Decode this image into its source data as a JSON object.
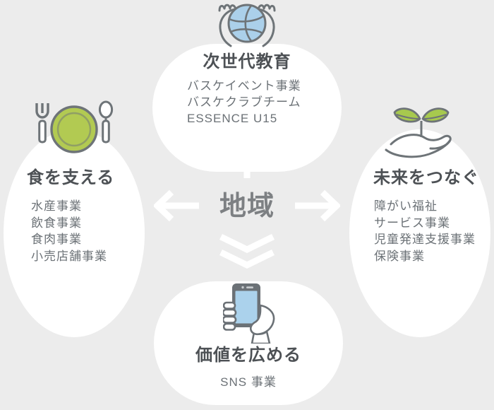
{
  "diagram": {
    "center_label": "地域",
    "sections": {
      "top": {
        "title": "次世代教育",
        "icon": "basketball-in-hands-icon",
        "items": [
          "バスケイベント事業",
          "バスケクラブチーム",
          "ESSENCE U15"
        ]
      },
      "left": {
        "title": "食を支える",
        "icon": "plate-fork-spoon-icon",
        "items": [
          "水産事業",
          "飲食事業",
          "食肉事業",
          "小売店舗事業"
        ]
      },
      "right": {
        "title": "未来をつなぐ",
        "icon": "hand-holding-sprout-icon",
        "items": [
          "障がい福祉",
          "サービス事業",
          "児童発達支援事業",
          "保険事業"
        ]
      },
      "bottom": {
        "title": "価値を広める",
        "icon": "hand-holding-smartphone-icon",
        "items": [
          "SNS 事業"
        ]
      }
    },
    "colors": {
      "background": "#ececec",
      "card": "#ffffff",
      "accent_green": "#b2ca52",
      "accent_blue": "#abd0ea",
      "outline_gray": "#6e7478",
      "title_text": "#4d5155",
      "body_text": "#6b7176",
      "center_text": "#7d8083",
      "arrow": "#ffffff"
    }
  }
}
